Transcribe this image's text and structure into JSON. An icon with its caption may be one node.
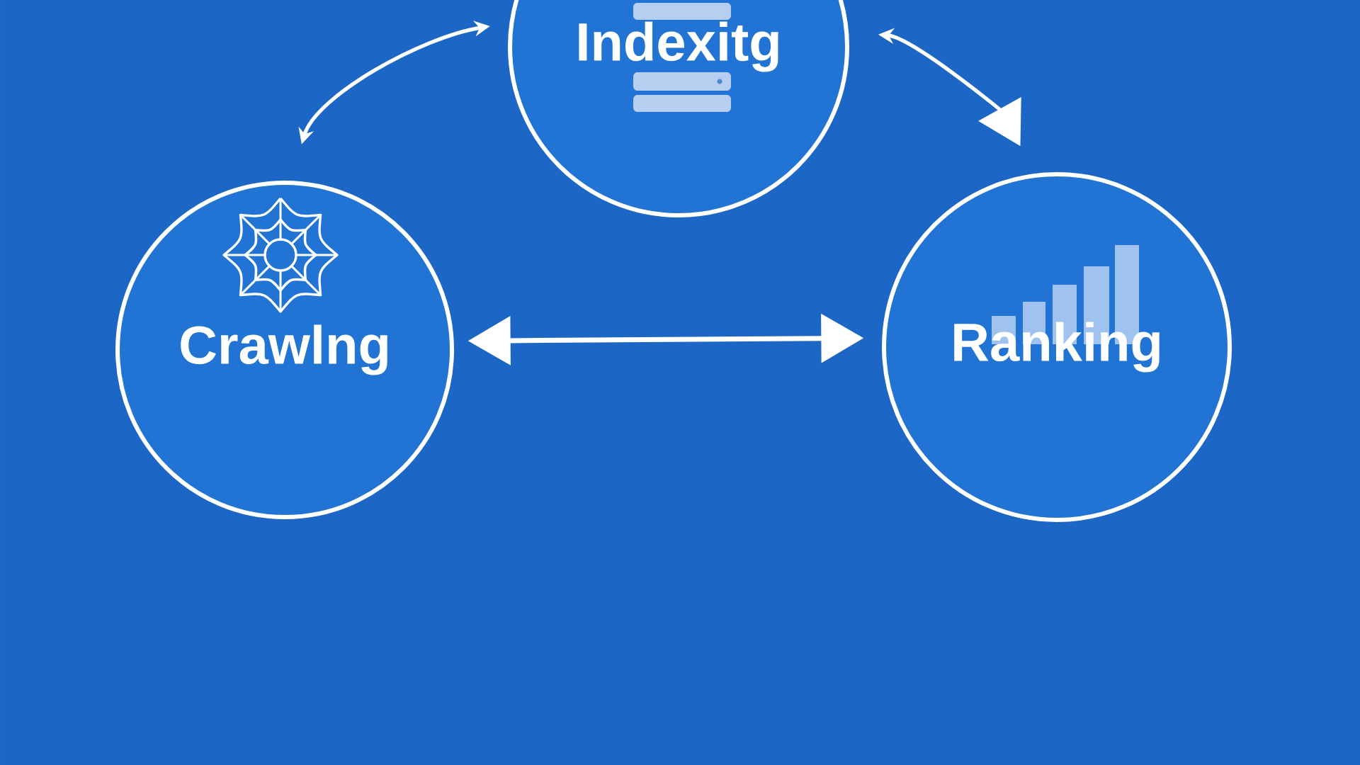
{
  "diagram": {
    "nodes": [
      {
        "text": [
          "Indexitg"
        ]
      },
      {
        "text": [
          "Crawlng"
        ]
      },
      {
        "text": [
          "Ranking"
        ]
      }
    ],
    "edges": [
      {
        "from": 1,
        "to": 0,
        "arrow": "both"
      },
      {
        "from": 0,
        "to": 2,
        "arrow": "both"
      },
      {
        "from": 1,
        "to": 2,
        "arrow": "both"
      }
    ]
  }
}
